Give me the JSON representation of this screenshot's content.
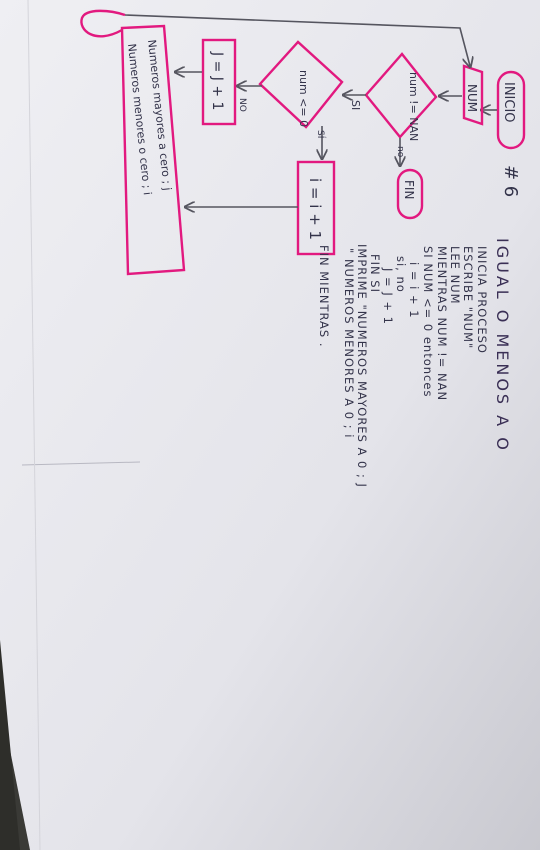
{
  "diagram": {
    "title": "# 6",
    "heading": "IGUAL O MENOS A O",
    "colors": {
      "paper": "#e9e9ee",
      "ink": "#33334a",
      "pen_pink": "#e2197f",
      "pencil": "#55555f"
    },
    "flowchart": {
      "start_label": "INICIO",
      "input_label": "NUM",
      "condition1_label": "num != NAN",
      "condition1_no": "no",
      "condition1_yes": "SI",
      "end_label": "FIN",
      "condition2_label": "num <= 0",
      "condition2_yes": "SÍ",
      "condition2_no": "NO",
      "process_i_label": "i = i + 1",
      "process_j_label": "J = J + 1",
      "output_line1": "Numeros mayores a cero ; j",
      "output_line2": "Numeros menores o cero ; i"
    },
    "pseudocode": [
      "INICIA PROCESO",
      "ESCRIBE \"NUM\"",
      "LEE NUM",
      "MIENTRAS NUM != NAN",
      "SI NUM <= 0 entonces",
      "i = i + 1",
      "si, no",
      "J = J + 1",
      "FIN SI",
      "IMPRIME \"NUMEROS MAYORES A 0 ; J",
      "\" NUMEROS MENORES A 0 ; i",
      "FIN MIENTRAS ."
    ]
  }
}
